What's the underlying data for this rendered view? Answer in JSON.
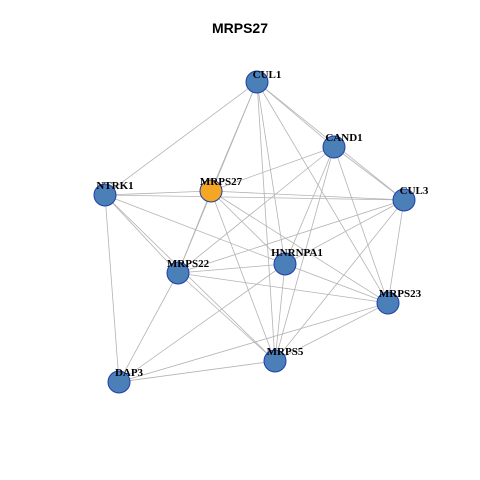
{
  "title": "MRPS27",
  "colors": {
    "node_fill": "#4A7FB8",
    "node_stroke": "#1F3DA8",
    "focus_fill": "#F5A623",
    "edge": "#B3B3B3"
  },
  "nodes": [
    {
      "id": "CUL1",
      "focus": false
    },
    {
      "id": "CAND1",
      "focus": false
    },
    {
      "id": "CUL3",
      "focus": false
    },
    {
      "id": "NTRK1",
      "focus": false
    },
    {
      "id": "MRPS27",
      "focus": true
    },
    {
      "id": "HNRNPA1",
      "focus": false
    },
    {
      "id": "MRPS22",
      "focus": false
    },
    {
      "id": "MRPS23",
      "focus": false
    },
    {
      "id": "MRPS5",
      "focus": false
    },
    {
      "id": "DAP3",
      "focus": false
    }
  ],
  "edges": [
    [
      "CUL1",
      "CAND1"
    ],
    [
      "CUL1",
      "CUL3"
    ],
    [
      "CUL1",
      "NTRK1"
    ],
    [
      "CUL1",
      "MRPS27"
    ],
    [
      "CUL1",
      "MRPS22"
    ],
    [
      "CUL1",
      "HNRNPA1"
    ],
    [
      "CUL1",
      "MRPS23"
    ],
    [
      "CUL1",
      "MRPS5"
    ],
    [
      "CAND1",
      "MRPS27"
    ],
    [
      "CAND1",
      "CUL3"
    ],
    [
      "CAND1",
      "HNRNPA1"
    ],
    [
      "CAND1",
      "MRPS22"
    ],
    [
      "CAND1",
      "MRPS23"
    ],
    [
      "CAND1",
      "MRPS5"
    ],
    [
      "NTRK1",
      "MRPS27"
    ],
    [
      "NTRK1",
      "CUL3"
    ],
    [
      "NTRK1",
      "MRPS22"
    ],
    [
      "NTRK1",
      "DAP3"
    ],
    [
      "NTRK1",
      "MRPS5"
    ],
    [
      "NTRK1",
      "HNRNPA1"
    ],
    [
      "MRPS27",
      "CUL3"
    ],
    [
      "MRPS27",
      "MRPS22"
    ],
    [
      "MRPS27",
      "HNRNPA1"
    ],
    [
      "MRPS27",
      "MRPS5"
    ],
    [
      "MRPS27",
      "MRPS23"
    ],
    [
      "CUL3",
      "MRPS22"
    ],
    [
      "CUL3",
      "HNRNPA1"
    ],
    [
      "CUL3",
      "MRPS23"
    ],
    [
      "CUL3",
      "MRPS5"
    ],
    [
      "MRPS22",
      "HNRNPA1"
    ],
    [
      "MRPS22",
      "DAP3"
    ],
    [
      "MRPS22",
      "MRPS5"
    ],
    [
      "MRPS22",
      "MRPS23"
    ],
    [
      "HNRNPA1",
      "MRPS23"
    ],
    [
      "HNRNPA1",
      "MRPS5"
    ],
    [
      "HNRNPA1",
      "DAP3"
    ],
    [
      "MRPS23",
      "MRPS5"
    ],
    [
      "MRPS23",
      "DAP3"
    ],
    [
      "MRPS5",
      "DAP3"
    ]
  ]
}
